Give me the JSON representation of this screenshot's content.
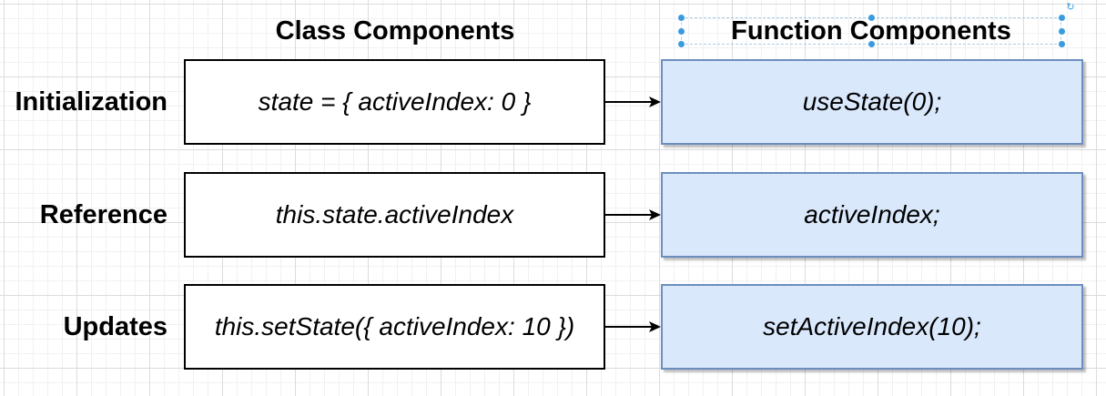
{
  "headers": {
    "class_components": "Class Components",
    "function_components": "Function Components"
  },
  "rows": [
    {
      "label": "Initialization",
      "class_code": "state = { activeIndex: 0 }",
      "function_code": "useState(0);"
    },
    {
      "label": "Reference",
      "class_code": "this.state.activeIndex",
      "function_code": "activeIndex;"
    },
    {
      "label": "Updates",
      "class_code": "this.setState({ activeIndex: 10 })",
      "function_code": "setActiveIndex(10);"
    }
  ],
  "colors": {
    "function_fill": "#dae8fc",
    "function_stroke": "#6c8ebf",
    "selection_handle": "#3a9be0"
  },
  "icons": {
    "rotate": "rotate-icon"
  }
}
